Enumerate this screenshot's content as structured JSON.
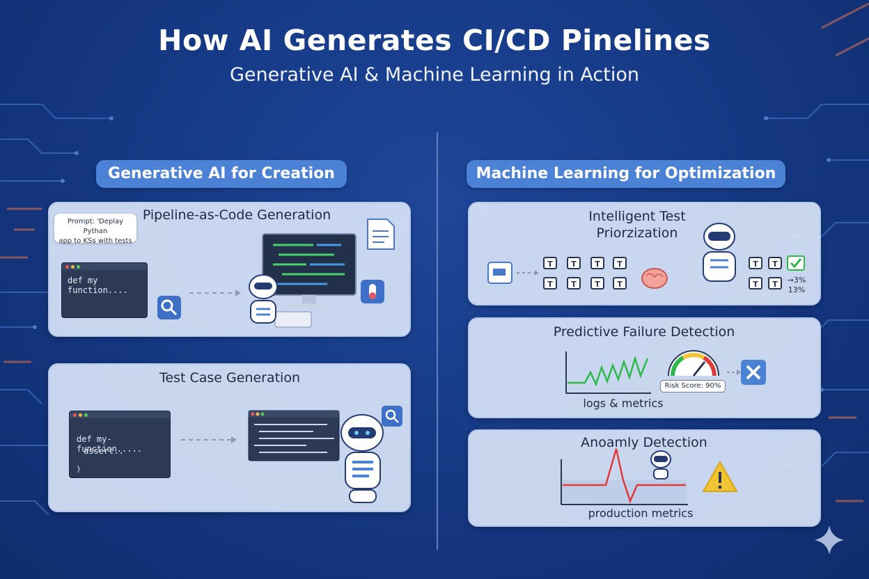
{
  "header": {
    "title": "How AI Generates CI/CD Pinelines",
    "subtitle": "Generative AI & Machine Learning in Action"
  },
  "left": {
    "heading": "Generative AI for Creation",
    "pipeline": {
      "title": "Pipeline-as-Code Generation",
      "prompt_line1": "Prompt: 'Deplay Pythan",
      "prompt_line2": "app to KSs with tests",
      "code": "def my function...."
    },
    "testcase": {
      "title": "Test Case Generation",
      "code_line1": "def my-function.....",
      "code_line2": "assert..",
      "code_line3": "}"
    }
  },
  "right": {
    "heading": "Machine Learning for Optimization",
    "prioritization": {
      "title_line1": "Intelligent Test",
      "title_line2": "Priorzization",
      "test_label": "T",
      "stat1": "→3%",
      "stat2": "13%"
    },
    "failure": {
      "title": "Predictive Failure Detection",
      "risk": "Risk Score: 90%",
      "caption": "logs & metrics"
    },
    "anomaly": {
      "title": "Anoamly Detection",
      "caption": "production metrics"
    }
  },
  "colors": {
    "background": "#163a86",
    "accent": "#4b82d6",
    "panel": "#d6e2f6",
    "signal_green": "#2db84a",
    "signal_red": "#e03a3a",
    "warning": "#f3c433"
  },
  "icons": [
    "document-icon",
    "search-icon",
    "test-tube-icon",
    "brain-icon",
    "gauge-icon",
    "close-icon",
    "warning-icon",
    "check-icon",
    "robot-icon",
    "sparkle-icon"
  ]
}
